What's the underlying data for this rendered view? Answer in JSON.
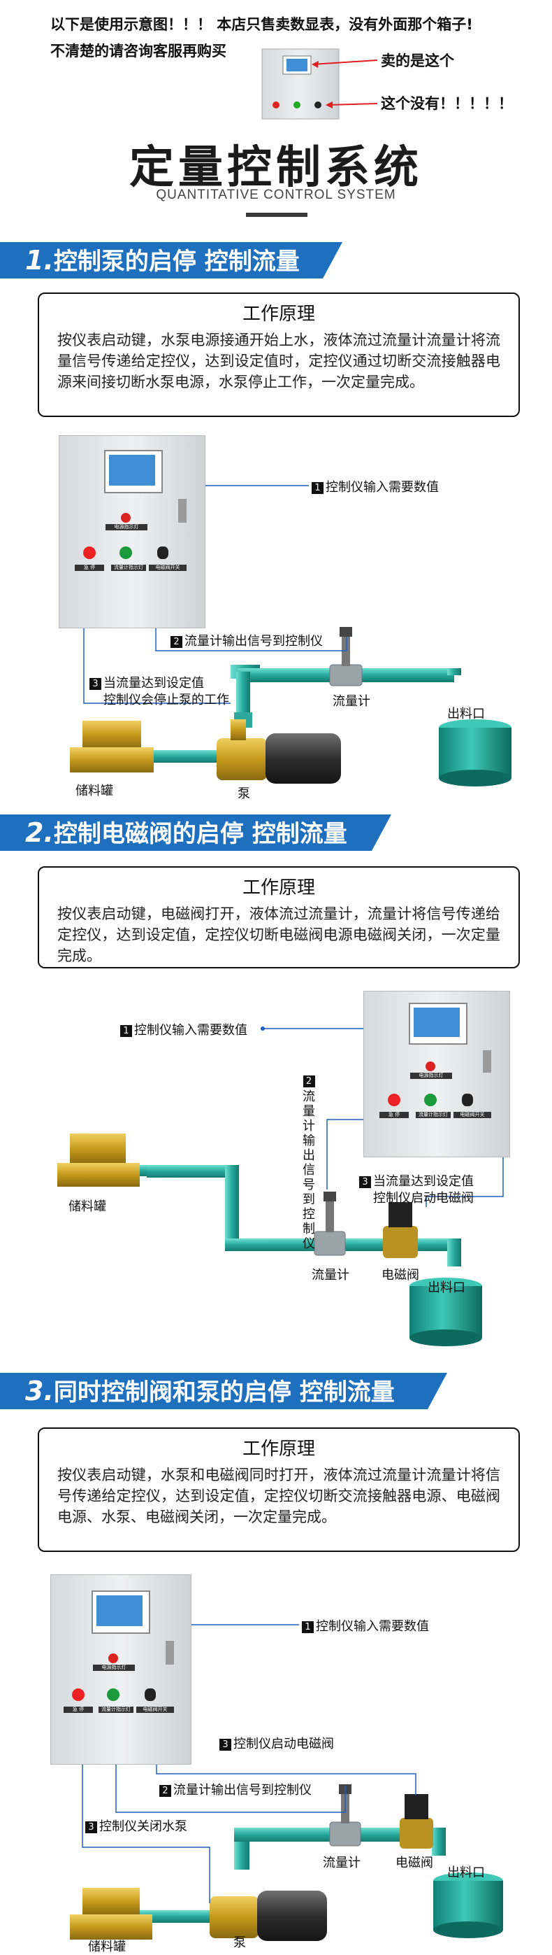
{
  "intro": {
    "line1": "以下是使用示意图！！！ 本店只售卖数显表，没有外面那个箱子!",
    "line2": "不清楚的请咨询客服再购买",
    "callout_sold": "卖的是这个",
    "callout_none": "这个没有！！！！！"
  },
  "header": {
    "title": "定量控制系统",
    "subtitle": "QUANTITATIVE CONTROL SYSTEM"
  },
  "panel_labels": [
    "电源指示灯",
    "急 停",
    "流量计指示灯",
    "电磁阀开关"
  ],
  "sections": [
    {
      "num": "1.",
      "title": "控制泵的启停 控制流量",
      "principle_title": "工作原理",
      "principle_text": "按仪表启动键，水泵电源接通开始上水，液体流过流量计流量计将流量信号传递给定控仪，达到设定值时，定控仪通过切断交流接触器电源来间接切断水泵电源，水泵停止工作，一次定量完成。",
      "labels": {
        "step1_num": "1",
        "step1": "控制仪输入需要数值",
        "step2_num": "2",
        "step2": "流量计输出信号到控制仪",
        "step3_num": "3",
        "step3a": "当流量达到设定值",
        "step3b": "控制仪会停止泵的工作",
        "flowmeter": "流量计",
        "outlet": "出料口",
        "tank": "储料罐",
        "pump": "泵"
      }
    },
    {
      "num": "2.",
      "title": "控制电磁阀的启停 控制流量",
      "principle_title": "工作原理",
      "principle_text": "按仪表启动键，电磁阀打开，液体流过流量计，流量计将信号传递给定控仪，达到设定值，定控仪切断电磁阀电源电磁阀关闭，一次定量完成。",
      "labels": {
        "step1_num": "1",
        "step1": "控制仪输入需要数值",
        "step2_num": "2",
        "step2": "流量计输出信号到控制仪",
        "step3_num": "3",
        "step3a": "当流量达到设定值",
        "step3b": "控制仪启动电磁阀",
        "tank": "储料罐",
        "flowmeter": "流量计",
        "valve": "电磁阀",
        "outlet": "出料口"
      }
    },
    {
      "num": "3.",
      "title": "同时控制阀和泵的启停 控制流量",
      "principle_title": "工作原理",
      "principle_text": "按仪表启动键，水泵和电磁阀同时打开，液体流过流量计流量计将信号传递给定控仪，达到设定值，定控仪切断交流接触器电源、电磁阀电源、水泵、电磁阀关闭，一次定量完成。",
      "labels": {
        "step1_num": "1",
        "step1": "控制仪输入需要数值",
        "step3_num": "3",
        "step3": "控制仪启动电磁阀",
        "step2_num": "2",
        "step2": "流量计输出信号到控制仪",
        "step3b_num": "3",
        "step3b": "控制仪关闭水泵",
        "flowmeter": "流量计",
        "valve": "电磁阀",
        "outlet": "出料口",
        "tank": "储料罐",
        "pump": "泵"
      }
    }
  ]
}
